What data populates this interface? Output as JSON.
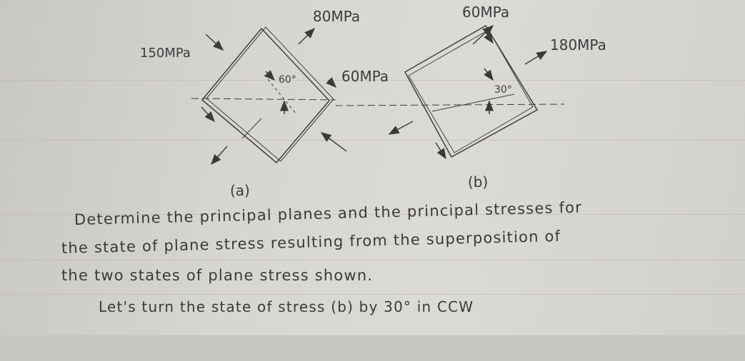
{
  "figure_a": {
    "stress_top": "80MPa",
    "stress_left": "150MPa",
    "stress_shear": "60MPa",
    "angle": "60°",
    "caption": "(a)"
  },
  "figure_b": {
    "stress_top": "60MPa",
    "stress_right": "180MPa",
    "angle": "30°",
    "caption": "(b)"
  },
  "problem": {
    "line1": "Determine the principal planes and the principal stresses for",
    "line2": "the state of plane stress resulting from the superposition of",
    "line3": "the two states of plane stress shown."
  },
  "note": "Let's turn the state of stress (b) by 30° in CCW"
}
